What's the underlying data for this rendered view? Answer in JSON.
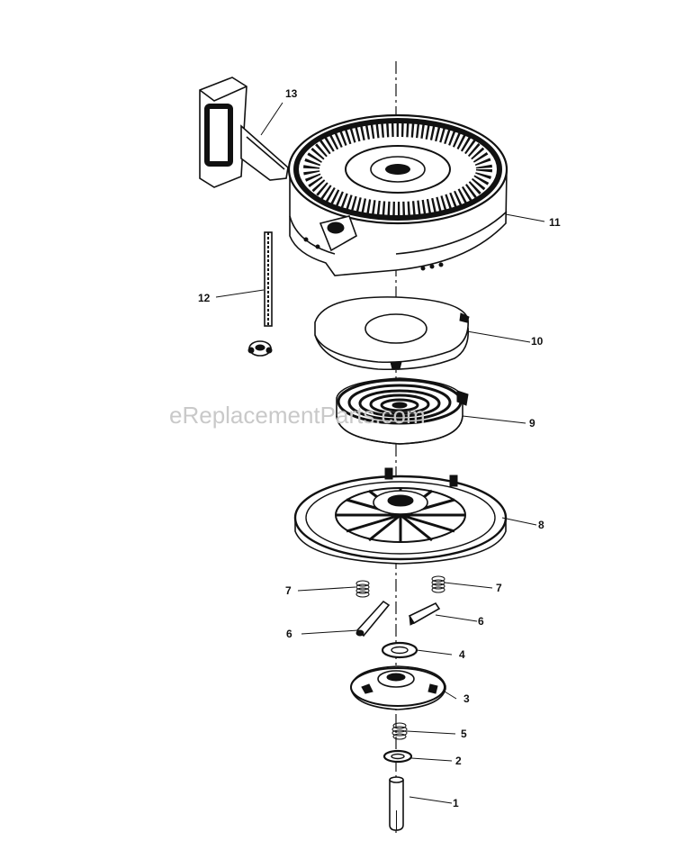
{
  "watermark": "eReplacementParts.com",
  "labels": {
    "p1": "1",
    "p2": "2",
    "p3": "3",
    "p4": "4",
    "p5": "5",
    "p6a": "6",
    "p6b": "6",
    "p7a": "7",
    "p7b": "7",
    "p8": "8",
    "p9": "9",
    "p10": "10",
    "p11": "11",
    "p12": "12",
    "p13": "13"
  }
}
